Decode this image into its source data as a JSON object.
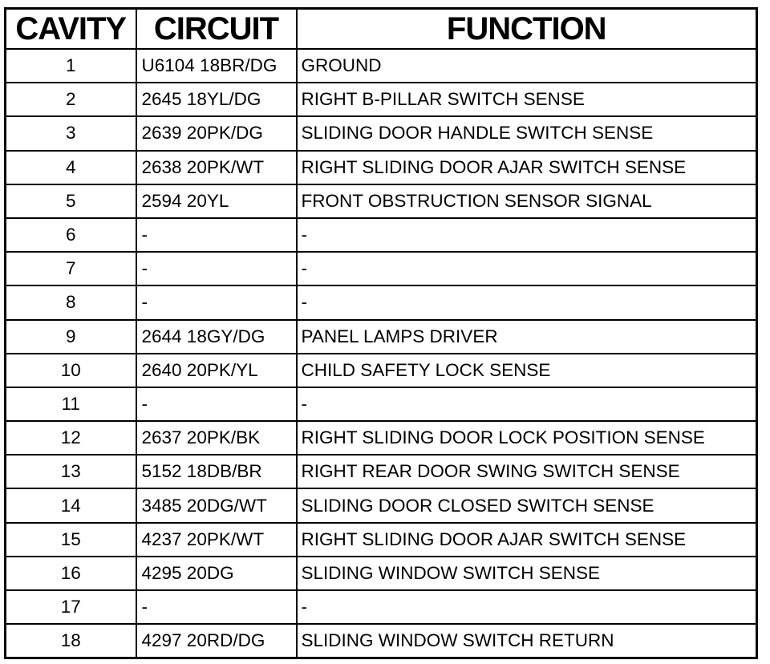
{
  "headers": {
    "cavity": "CAVITY",
    "circuit": "CIRCUIT",
    "function": "FUNCTION"
  },
  "rows": [
    {
      "cavity": "1",
      "circuit": "U6104 18BR/DG",
      "function": "GROUND"
    },
    {
      "cavity": "2",
      "circuit": "2645 18YL/DG",
      "function": "RIGHT B-PILLAR SWITCH SENSE"
    },
    {
      "cavity": "3",
      "circuit": "2639 20PK/DG",
      "function": "SLIDING DOOR HANDLE SWITCH SENSE"
    },
    {
      "cavity": "4",
      "circuit": "2638 20PK/WT",
      "function": "RIGHT SLIDING DOOR AJAR SWITCH SENSE"
    },
    {
      "cavity": "5",
      "circuit": "2594 20YL",
      "function": "FRONT OBSTRUCTION SENSOR SIGNAL"
    },
    {
      "cavity": "6",
      "circuit": "-",
      "function": "-"
    },
    {
      "cavity": "7",
      "circuit": "-",
      "function": "-"
    },
    {
      "cavity": "8",
      "circuit": "-",
      "function": "-"
    },
    {
      "cavity": "9",
      "circuit": "2644 18GY/DG",
      "function": "PANEL LAMPS DRIVER"
    },
    {
      "cavity": "10",
      "circuit": "2640 20PK/YL",
      "function": "CHILD SAFETY LOCK SENSE"
    },
    {
      "cavity": "11",
      "circuit": "-",
      "function": "-"
    },
    {
      "cavity": "12",
      "circuit": "2637 20PK/BK",
      "function": "RIGHT SLIDING DOOR LOCK POSITION SENSE"
    },
    {
      "cavity": "13",
      "circuit": "5152 18DB/BR",
      "function": "RIGHT REAR DOOR SWING SWITCH SENSE"
    },
    {
      "cavity": "14",
      "circuit": "3485 20DG/WT",
      "function": "SLIDING DOOR CLOSED SWITCH SENSE"
    },
    {
      "cavity": "15",
      "circuit": "4237 20PK/WT",
      "function": "RIGHT SLIDING DOOR AJAR SWITCH SENSE"
    },
    {
      "cavity": "16",
      "circuit": "4295 20DG",
      "function": "SLIDING WINDOW SWITCH SENSE"
    },
    {
      "cavity": "17",
      "circuit": "-",
      "function": "-"
    },
    {
      "cavity": "18",
      "circuit": "4297 20RD/DG",
      "function": "SLIDING WINDOW SWITCH RETURN"
    }
  ]
}
